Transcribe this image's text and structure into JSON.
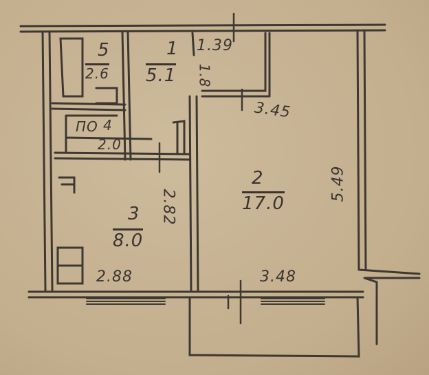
{
  "rooms": [
    {
      "number": "1",
      "area": "5.1"
    },
    {
      "number": "2",
      "area": "17.0"
    },
    {
      "number": "3",
      "area": "8.0"
    },
    {
      "number": "4",
      "area": "2.0"
    },
    {
      "number": "5",
      "area": "2.6"
    }
  ],
  "pantry_label": "ПО",
  "dimensions": {
    "closet_width": "1.39",
    "hall_door": "1.8",
    "room2_top": "3.45",
    "room2_side": "5.49",
    "room3_side": "2.82",
    "room3_bottom": "2.88",
    "room2_bottom": "3.48"
  },
  "colors": {
    "paper": "#c8b596",
    "ink": "#3a3430"
  }
}
